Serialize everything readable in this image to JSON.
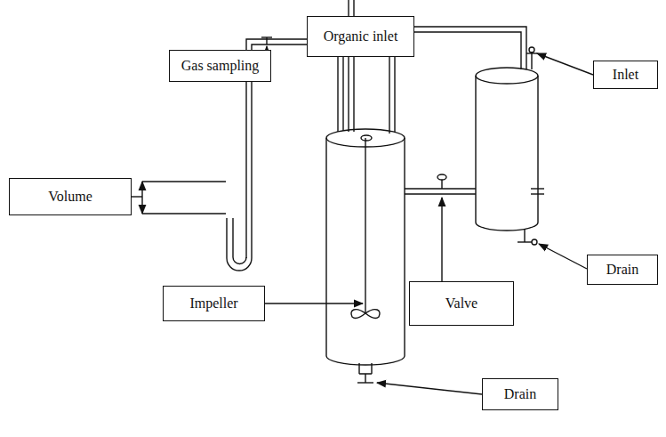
{
  "diagram": {
    "nodes": [
      {
        "text": [
          "Organic inlet"
        ]
      },
      {
        "text": [
          "Gas sampling"
        ]
      },
      {
        "text": [
          "Inlet"
        ]
      },
      {
        "text": [
          "Volume"
        ]
      },
      {
        "text": [
          "Drain"
        ]
      },
      {
        "text": [
          "Impeller"
        ]
      },
      {
        "text": [
          "Valve"
        ]
      },
      {
        "text": [
          "Drain"
        ]
      }
    ]
  }
}
